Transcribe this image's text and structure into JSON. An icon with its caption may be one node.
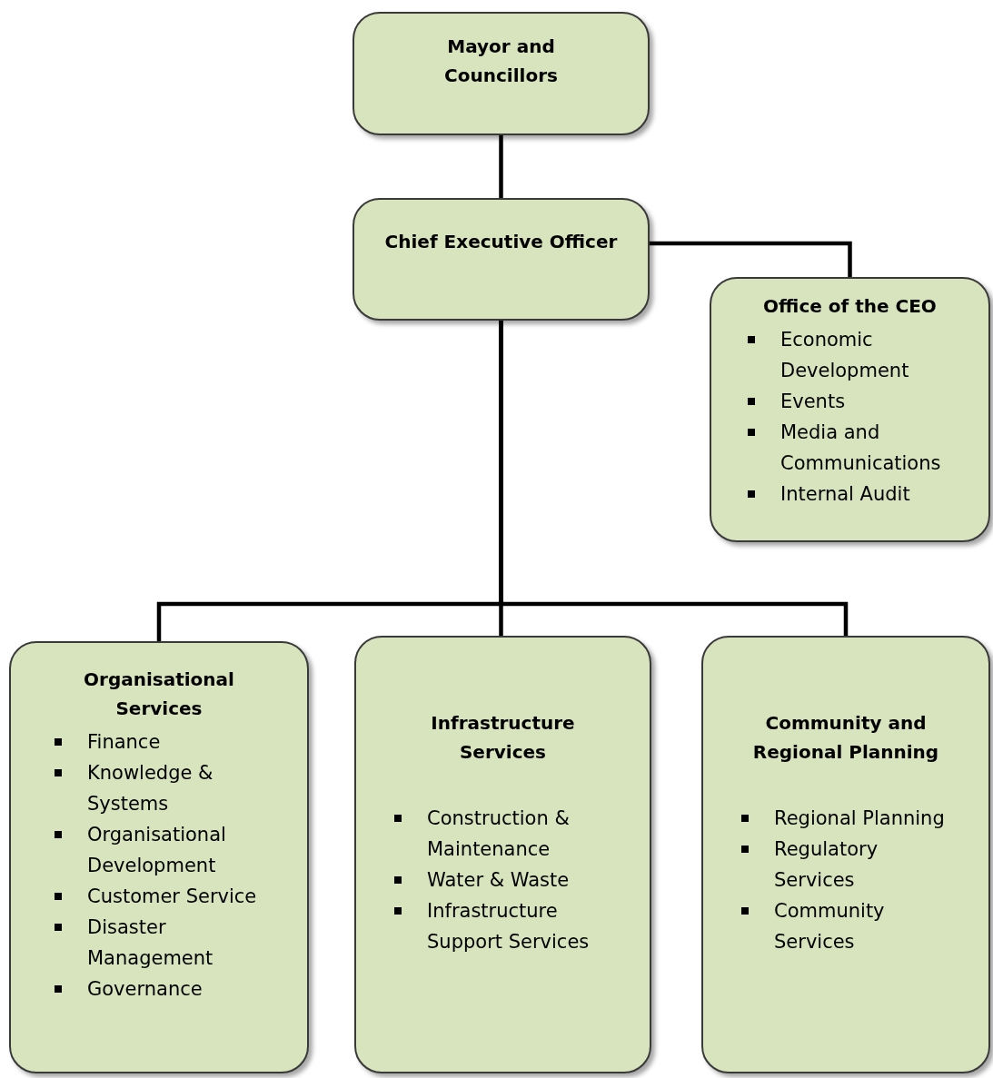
{
  "diagram": {
    "nodes": [
      {
        "text": [
          "Mayor and Councillors"
        ]
      },
      {
        "text": [
          "Chief Executive Officer"
        ]
      },
      {
        "text": [
          "Office of the CEO",
          "Economic Development",
          "Events",
          "Media and Communications",
          "Internal Audit"
        ]
      },
      {
        "text": [
          "Organisational Services",
          "Finance",
          "Knowledge & Systems",
          "Organisational Development",
          "Customer Service",
          "Disaster Management",
          "Governance"
        ]
      },
      {
        "text": [
          "Infrastructure Services",
          "Construction & Maintenance",
          "Water & Waste",
          "Infrastructure Support Services"
        ]
      },
      {
        "text": [
          "Community and Regional Planning",
          "Regional Planning",
          "Regulatory Services",
          "Community Services"
        ]
      }
    ],
    "edges": [
      {
        "from": 0,
        "to": 1,
        "arrow": "none"
      },
      {
        "from": 1,
        "to": 2,
        "arrow": "none"
      },
      {
        "from": 1,
        "to": 3,
        "arrow": "none"
      },
      {
        "from": 1,
        "to": 4,
        "arrow": "none"
      },
      {
        "from": 1,
        "to": 5,
        "arrow": "none"
      }
    ]
  }
}
